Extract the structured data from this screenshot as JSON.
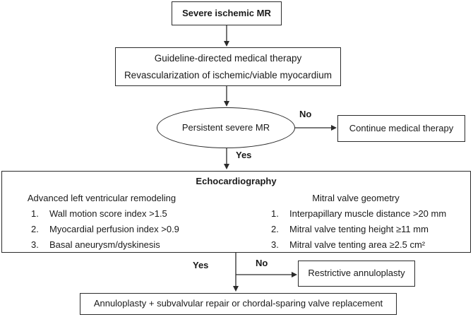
{
  "diagram": {
    "nodes": {
      "severe_mr": {
        "label": "Severe ischemic MR"
      },
      "medical_therapy": {
        "line1": "Guideline-directed medical therapy",
        "line2": "Revascularization of ischemic/viable myocardium"
      },
      "persistent_mr": {
        "label": "Persistent severe MR"
      },
      "continue_therapy": {
        "label": "Continue medical therapy"
      },
      "echocardiography": {
        "title": "Echocardiography",
        "left_column": {
          "heading": "Advanced left ventricular remodeling",
          "items": [
            {
              "num": "1.",
              "text": "Wall motion score index >1.5"
            },
            {
              "num": "2.",
              "text": "Myocardial perfusion index >0.9"
            },
            {
              "num": "3.",
              "text": "Basal aneurysm/dyskinesis"
            }
          ]
        },
        "right_column": {
          "heading": "Mitral valve geometry",
          "items": [
            {
              "num": "1.",
              "text": "Interpapillary muscle distance >20 mm"
            },
            {
              "num": "2.",
              "text": "Mitral valve tenting height ≥11 mm"
            },
            {
              "num": "3.",
              "text": "Mitral valve tenting area ≥2.5 cm²"
            }
          ]
        }
      },
      "restrictive_annuloplasty": {
        "label": "Restrictive annuloplasty"
      },
      "final_surgery": {
        "label": "Annuloplasty + subvalvular repair or chordal-sparing valve replacement"
      }
    },
    "edge_labels": {
      "no_top": "No",
      "yes_top": "Yes",
      "yes_bottom": "Yes",
      "no_bottom": "No"
    },
    "colors": {
      "background": "#ffffff",
      "line": "#2b2b2b",
      "text": "#1a1a1a"
    }
  }
}
